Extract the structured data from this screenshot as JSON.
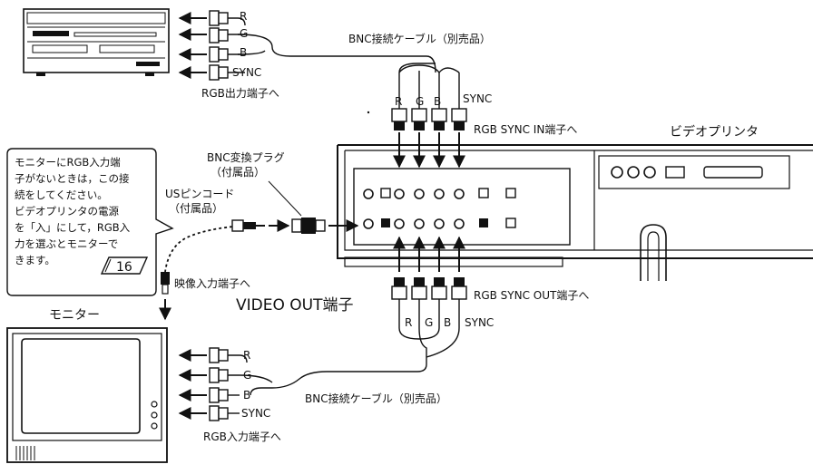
{
  "top": {
    "signals": [
      "R",
      "G",
      "B",
      "SYNC"
    ],
    "cable_label": "BNC接続ケーブル（別売品）",
    "output_label": "RGB出力端子へ"
  },
  "printer": {
    "title": "ビデオプリンタ",
    "in_plugs": [
      "R",
      "G",
      "B",
      "SYNC"
    ],
    "in_label": "RGB SYNC IN端子へ",
    "out_plugs": [
      "R",
      "G",
      "B",
      "SYNC"
    ],
    "out_label": "RGB SYNC OUT端子へ",
    "video_out_label": "VIDEO OUT端子"
  },
  "accessories": {
    "bnc_adapter": [
      "BNC変換プラグ",
      "（付属品）"
    ],
    "pin_cord": [
      "USピンコード",
      "（付属品）"
    ]
  },
  "note": {
    "lines": [
      "モニターにRGB入力端",
      "子がないときは，この接",
      "続をしてください。",
      "ビデオプリンタの電源",
      "を「入」にして，RGB入",
      "力を選ぶとモニターで",
      "きます。"
    ],
    "page_ref": "16"
  },
  "monitor": {
    "title": "モニター",
    "video_in_label": "映像入力端子へ",
    "signals": [
      "R",
      "G",
      "B",
      "SYNC"
    ],
    "cable_label": "BNC接続ケーブル（別売品）",
    "input_label": "RGB入力端子へ"
  }
}
